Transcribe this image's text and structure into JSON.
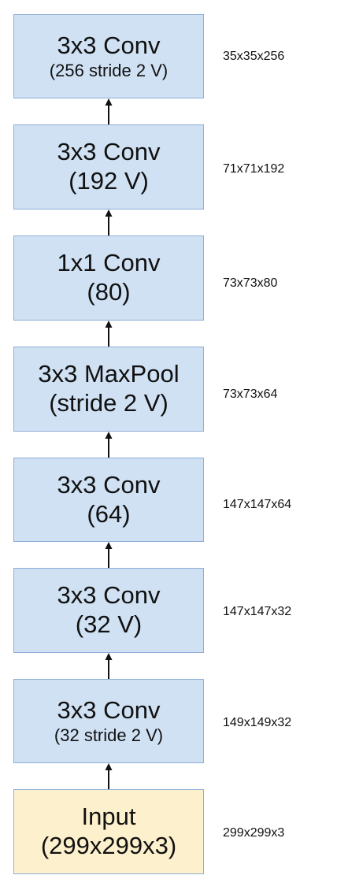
{
  "layers": [
    {
      "line1": "3x3 Conv",
      "line2": "(256 stride 2 V)",
      "dims": "35x35x256"
    },
    {
      "line1": "3x3 Conv",
      "line2": "(192 V)",
      "dims": "71x71x192"
    },
    {
      "line1": "1x1 Conv",
      "line2": "(80)",
      "dims": "73x73x80"
    },
    {
      "line1": "3x3 MaxPool",
      "line2": "(stride 2 V)",
      "dims": "73x73x64"
    },
    {
      "line1": "3x3 Conv",
      "line2": "(64)",
      "dims": "147x147x64"
    },
    {
      "line1": "3x3 Conv",
      "line2": "(32 V)",
      "dims": "147x147x32"
    },
    {
      "line1": "3x3 Conv",
      "line2": "(32 stride 2 V)",
      "dims": "149x149x32"
    },
    {
      "line1": "Input",
      "line2": "(299x299x3)",
      "dims": "299x299x3"
    }
  ],
  "colors": {
    "layer_fill": "#cfe1f3",
    "input_fill": "#fdf0cc",
    "border": "#8faed6",
    "arrow": "#111111"
  }
}
